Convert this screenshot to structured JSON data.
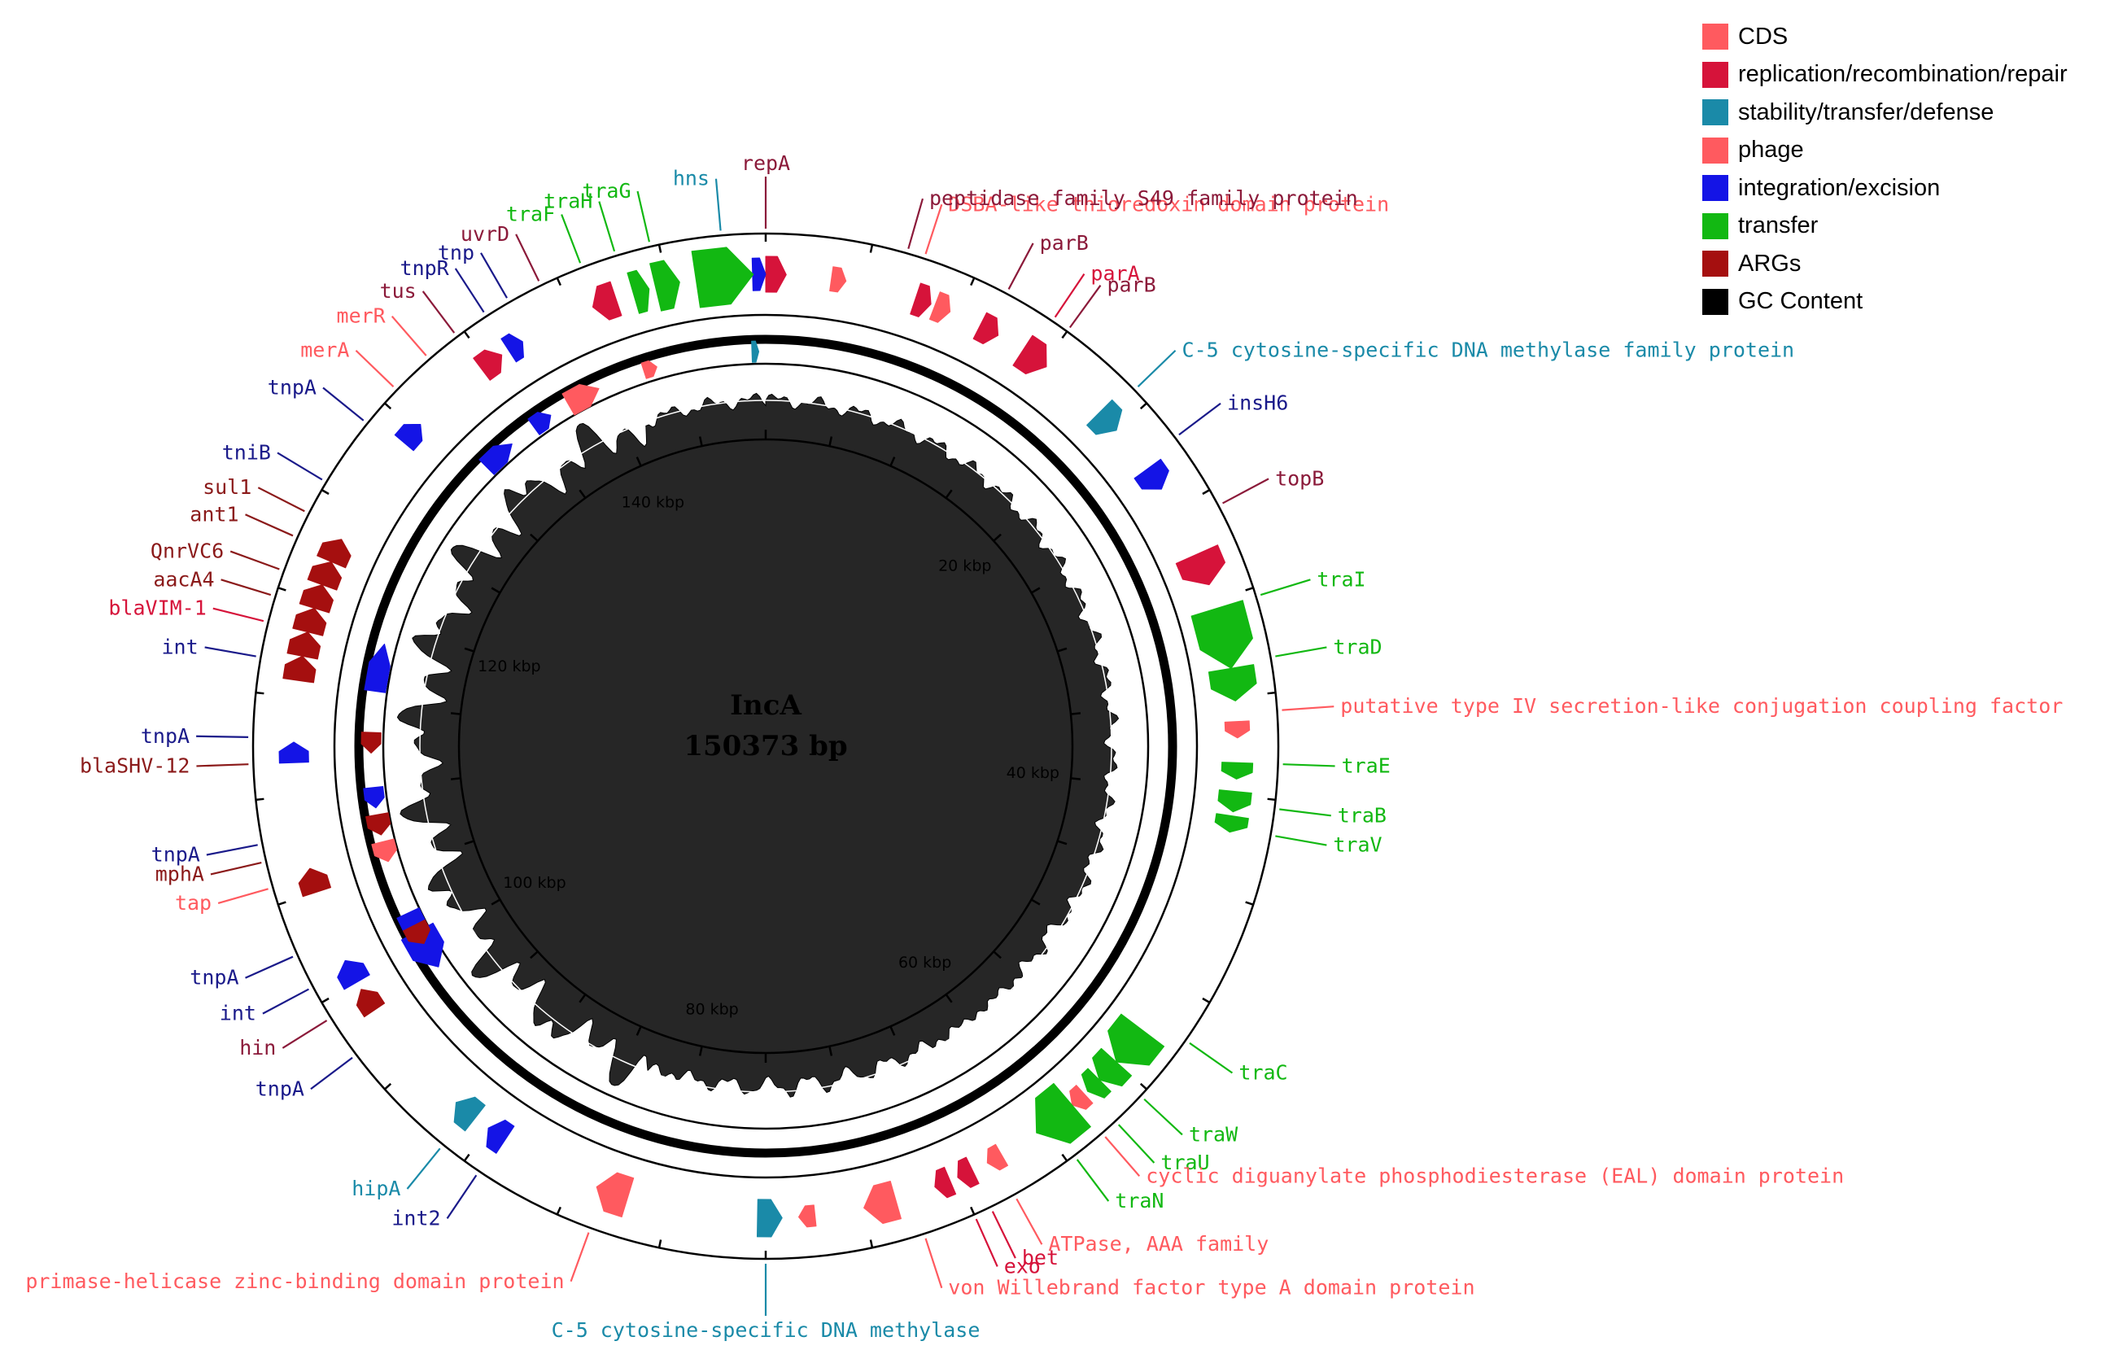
{
  "colors": {
    "cds": "#ff5a5f",
    "replication": "#d6133a",
    "stability": "#1a8aa8",
    "phage": "#ff5a5f",
    "integration": "#1414e6",
    "transfer": "#12b812",
    "args": "#a50f0f",
    "gc": "#000000"
  },
  "legend": [
    {
      "label": "CDS",
      "color": "#ff5a5f"
    },
    {
      "label": "replication/recombination/repair",
      "color": "#d6133a"
    },
    {
      "label": "stability/transfer/defense",
      "color": "#1a8aa8"
    },
    {
      "label": "phage",
      "color": "#ff5a5f"
    },
    {
      "label": "integration/excision",
      "color": "#1414e6"
    },
    {
      "label": "transfer",
      "color": "#12b812"
    },
    {
      "label": "ARGs",
      "color": "#a50f0f"
    },
    {
      "label": "GC Content",
      "color": "#000000"
    }
  ],
  "plasmid": {
    "name": "IncA",
    "size_label": "150373 bp",
    "length_bp": 150373
  },
  "ticks": [
    {
      "label": "20 kbp",
      "bp": 20000
    },
    {
      "label": "40 kbp",
      "bp": 40000
    },
    {
      "label": "60 kbp",
      "bp": 60000
    },
    {
      "label": "80 kbp",
      "bp": 80000
    },
    {
      "label": "100 kbp",
      "bp": 100000
    },
    {
      "label": "120 kbp",
      "bp": 120000
    },
    {
      "label": "140 kbp",
      "bp": 140000
    }
  ],
  "features": [
    {
      "label": "repA",
      "angle": 0,
      "color": "#8b1a3a"
    },
    {
      "label": "DSBA-like thioredoxin domain protein",
      "angle": 18,
      "color": "#ff5a5f"
    },
    {
      "label": "peptidase family S49 family protein",
      "angle": 16,
      "color": "#8b1a3a"
    },
    {
      "label": "parB",
      "angle": 28,
      "color": "#8b1a3a"
    },
    {
      "label": "parA",
      "angle": 34,
      "color": "#d6133a"
    },
    {
      "label": "parB",
      "angle": 36,
      "color": "#8b1a3a"
    },
    {
      "label": "C-5 cytosine-specific DNA methylase family protein",
      "angle": 46,
      "color": "#1a8aa8"
    },
    {
      "label": "insH6",
      "angle": 53,
      "color": "#1a1a8a"
    },
    {
      "label": "topB",
      "angle": 62,
      "color": "#8b1a3a"
    },
    {
      "label": "traI",
      "angle": 73,
      "color": "#12b812"
    },
    {
      "label": "traD",
      "angle": 80,
      "color": "#12b812"
    },
    {
      "label": "putative type IV secretion-like conjugation coupling factor",
      "angle": 86,
      "color": "#ff5a5f"
    },
    {
      "label": "traE",
      "angle": 92,
      "color": "#12b812"
    },
    {
      "label": "traB",
      "angle": 97,
      "color": "#12b812"
    },
    {
      "label": "traV",
      "angle": 100,
      "color": "#12b812"
    },
    {
      "label": "traC",
      "angle": 125,
      "color": "#12b812"
    },
    {
      "label": "traW",
      "angle": 133,
      "color": "#12b812"
    },
    {
      "label": "traU",
      "angle": 137,
      "color": "#12b812"
    },
    {
      "label": "cyclic diguanylate phosphodiesterase (EAL) domain protein",
      "angle": 139,
      "color": "#ff5a5f"
    },
    {
      "label": "traN",
      "angle": 143,
      "color": "#12b812"
    },
    {
      "label": "ATPase, AAA family",
      "angle": 151,
      "color": "#ff5a5f"
    },
    {
      "label": "exo",
      "angle": 156,
      "color": "#d6133a"
    },
    {
      "label": "bet",
      "angle": 154,
      "color": "#d6133a"
    },
    {
      "label": "von Willebrand factor type A domain protein",
      "angle": 162,
      "color": "#ff5a5f"
    },
    {
      "label": "C-5 cytosine-specific DNA methylase",
      "angle": 180,
      "color": "#1a8aa8"
    },
    {
      "label": "primase-helicase zinc-binding domain protein",
      "angle": 200,
      "color": "#ff5a5f"
    },
    {
      "label": "int2",
      "angle": 214,
      "color": "#1a1a8a"
    },
    {
      "label": "hipA",
      "angle": 219,
      "color": "#1a8aa8"
    },
    {
      "label": "tnpA",
      "angle": 233,
      "color": "#1a1a8a"
    },
    {
      "label": "hin",
      "angle": 238,
      "color": "#8b1a3a"
    },
    {
      "label": "int",
      "angle": 242,
      "color": "#1a1a8a"
    },
    {
      "label": "tnpA",
      "angle": 246,
      "color": "#1a1a8a"
    },
    {
      "label": "tap",
      "angle": 254,
      "color": "#ff5a5f"
    },
    {
      "label": "mphA",
      "angle": 257,
      "color": "#8b1a1a"
    },
    {
      "label": "tnpA",
      "angle": 259,
      "color": "#1a1a8a"
    },
    {
      "label": "blaSHV-12",
      "angle": 268,
      "color": "#8b1a1a"
    },
    {
      "label": "tnpA",
      "angle": 271,
      "color": "#1a1a8a"
    },
    {
      "label": "int",
      "angle": 280,
      "color": "#1a1a8a"
    },
    {
      "label": "blaVIM-1",
      "angle": 284,
      "color": "#d6133a"
    },
    {
      "label": "aacA4",
      "angle": 287,
      "color": "#8b1a1a"
    },
    {
      "label": "QnrVC6",
      "angle": 290,
      "color": "#8b1a1a"
    },
    {
      "label": "ant1",
      "angle": 294,
      "color": "#8b1a1a"
    },
    {
      "label": "sul1",
      "angle": 297,
      "color": "#8b1a1a"
    },
    {
      "label": "tniB",
      "angle": 301,
      "color": "#1a1a8a"
    },
    {
      "label": "tnpA",
      "angle": 309,
      "color": "#1a1a8a"
    },
    {
      "label": "merA",
      "angle": 314,
      "color": "#ff5a5f"
    },
    {
      "label": "merR",
      "angle": 319,
      "color": "#ff5a5f"
    },
    {
      "label": "tus",
      "angle": 323,
      "color": "#8b1a3a"
    },
    {
      "label": "tnpR",
      "angle": 327,
      "color": "#1a1a8a"
    },
    {
      "label": "tnp",
      "angle": 330,
      "color": "#1a1a8a"
    },
    {
      "label": "uvrD",
      "angle": 334,
      "color": "#8b1a3a"
    },
    {
      "label": "traF",
      "angle": 339,
      "color": "#12b812"
    },
    {
      "label": "traH",
      "angle": 343,
      "color": "#12b812"
    },
    {
      "label": "traG",
      "angle": 347,
      "color": "#12b812"
    },
    {
      "label": "hns",
      "angle": 355,
      "color": "#1a8aa8"
    }
  ]
}
